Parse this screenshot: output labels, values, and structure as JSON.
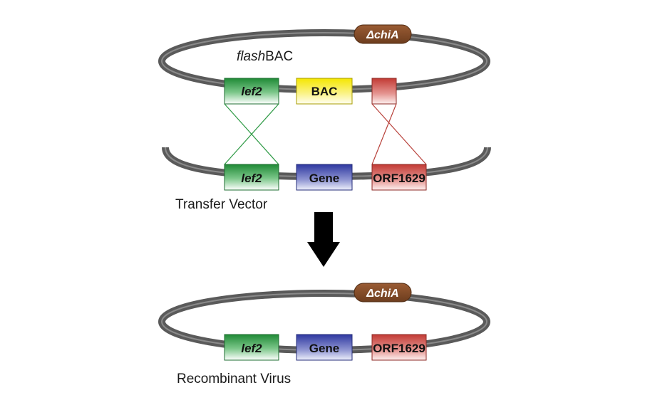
{
  "flashbac": {
    "label_italic": "flash",
    "label_rest": "BAC",
    "marker": "ΔchiA",
    "genes": [
      {
        "name": "lef2",
        "style": "italic",
        "color": "#2e9a45"
      },
      {
        "name": "BAC",
        "style": "normal",
        "color": "#f2e600"
      },
      {
        "name": "",
        "style": "normal",
        "color": "#c9453f"
      }
    ]
  },
  "transfer_vector": {
    "label": "Transfer Vector",
    "genes": [
      {
        "name": "lef2",
        "style": "italic",
        "color": "#2e9a45"
      },
      {
        "name": "Gene",
        "style": "normal",
        "color": "#3d45a8"
      },
      {
        "name": "ORF1629",
        "style": "normal",
        "color": "#c9453f"
      }
    ]
  },
  "recombinant": {
    "label": "Recombinant Virus",
    "marker": "ΔchiA",
    "genes": [
      {
        "name": "lef2",
        "style": "italic",
        "color": "#2e9a45"
      },
      {
        "name": "Gene",
        "style": "normal",
        "color": "#3d45a8"
      },
      {
        "name": "ORF1629",
        "style": "normal",
        "color": "#c9453f"
      }
    ]
  },
  "colors": {
    "dna_strand": "#5a5a5a",
    "marker_fill": "#8a5230",
    "crossover_green": "#2e9a45",
    "crossover_red": "#b8403a",
    "arrow": "#000000"
  }
}
